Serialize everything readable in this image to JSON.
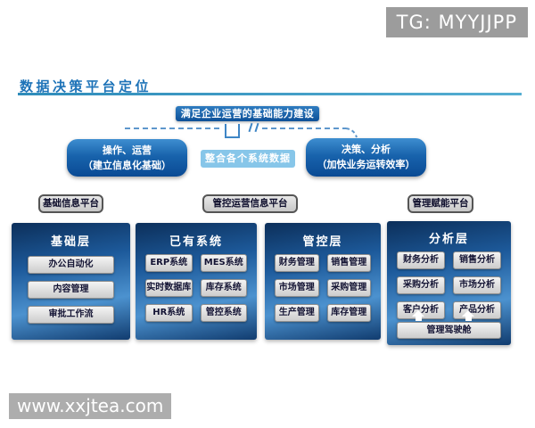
{
  "badge": {
    "text": "TG: MYYJJPP"
  },
  "header": {
    "title": "数据决策平台定位"
  },
  "flow": {
    "top_box": "满足企业运营的基础能力建设",
    "left_box_line1": "操作、运营",
    "left_box_line2": "（建立信息化基础）",
    "center_box": "整合各个系统数据",
    "right_box_line1": "决策、分析",
    "right_box_line2": "（加快业务运转效率）"
  },
  "platform_labels": [
    "基础信息平台",
    "管控运营信息平台",
    "管理赋能平台"
  ],
  "columns": [
    {
      "header": "基础层",
      "items": [
        "办公自动化",
        "内容管理",
        "审批工作流"
      ]
    },
    {
      "header": "已有系统",
      "items": [
        "ERP系统",
        "MES系统",
        "实时数据库",
        "库存系统",
        "HR系统",
        "管控系统"
      ]
    },
    {
      "header": "管控层",
      "items": [
        "财务管理",
        "销售管理",
        "市场管理",
        "采购管理",
        "生产管理",
        "库存管理"
      ]
    },
    {
      "header": "分析层",
      "items": [
        "财务分析",
        "销售分析",
        "采购分析",
        "市场分析",
        "客户分析",
        "产品分析"
      ],
      "footer": "管理驾驶舱"
    }
  ],
  "watermark": {
    "text": "www.xxjtea.com"
  },
  "colors": {
    "title_blue": "#1e73b8",
    "pill_blue_dark": "#0a4a94",
    "pill_blue_light": "#3e8ed0",
    "center_box_blue": "#87c6e9",
    "panel_gradient_dark": "#0c2f5a",
    "panel_gradient_light": "#4c92cf",
    "label_gray": "#d8d8d8",
    "badge_gray": "#9c9c9c",
    "watermark_gray": "#adadad"
  }
}
